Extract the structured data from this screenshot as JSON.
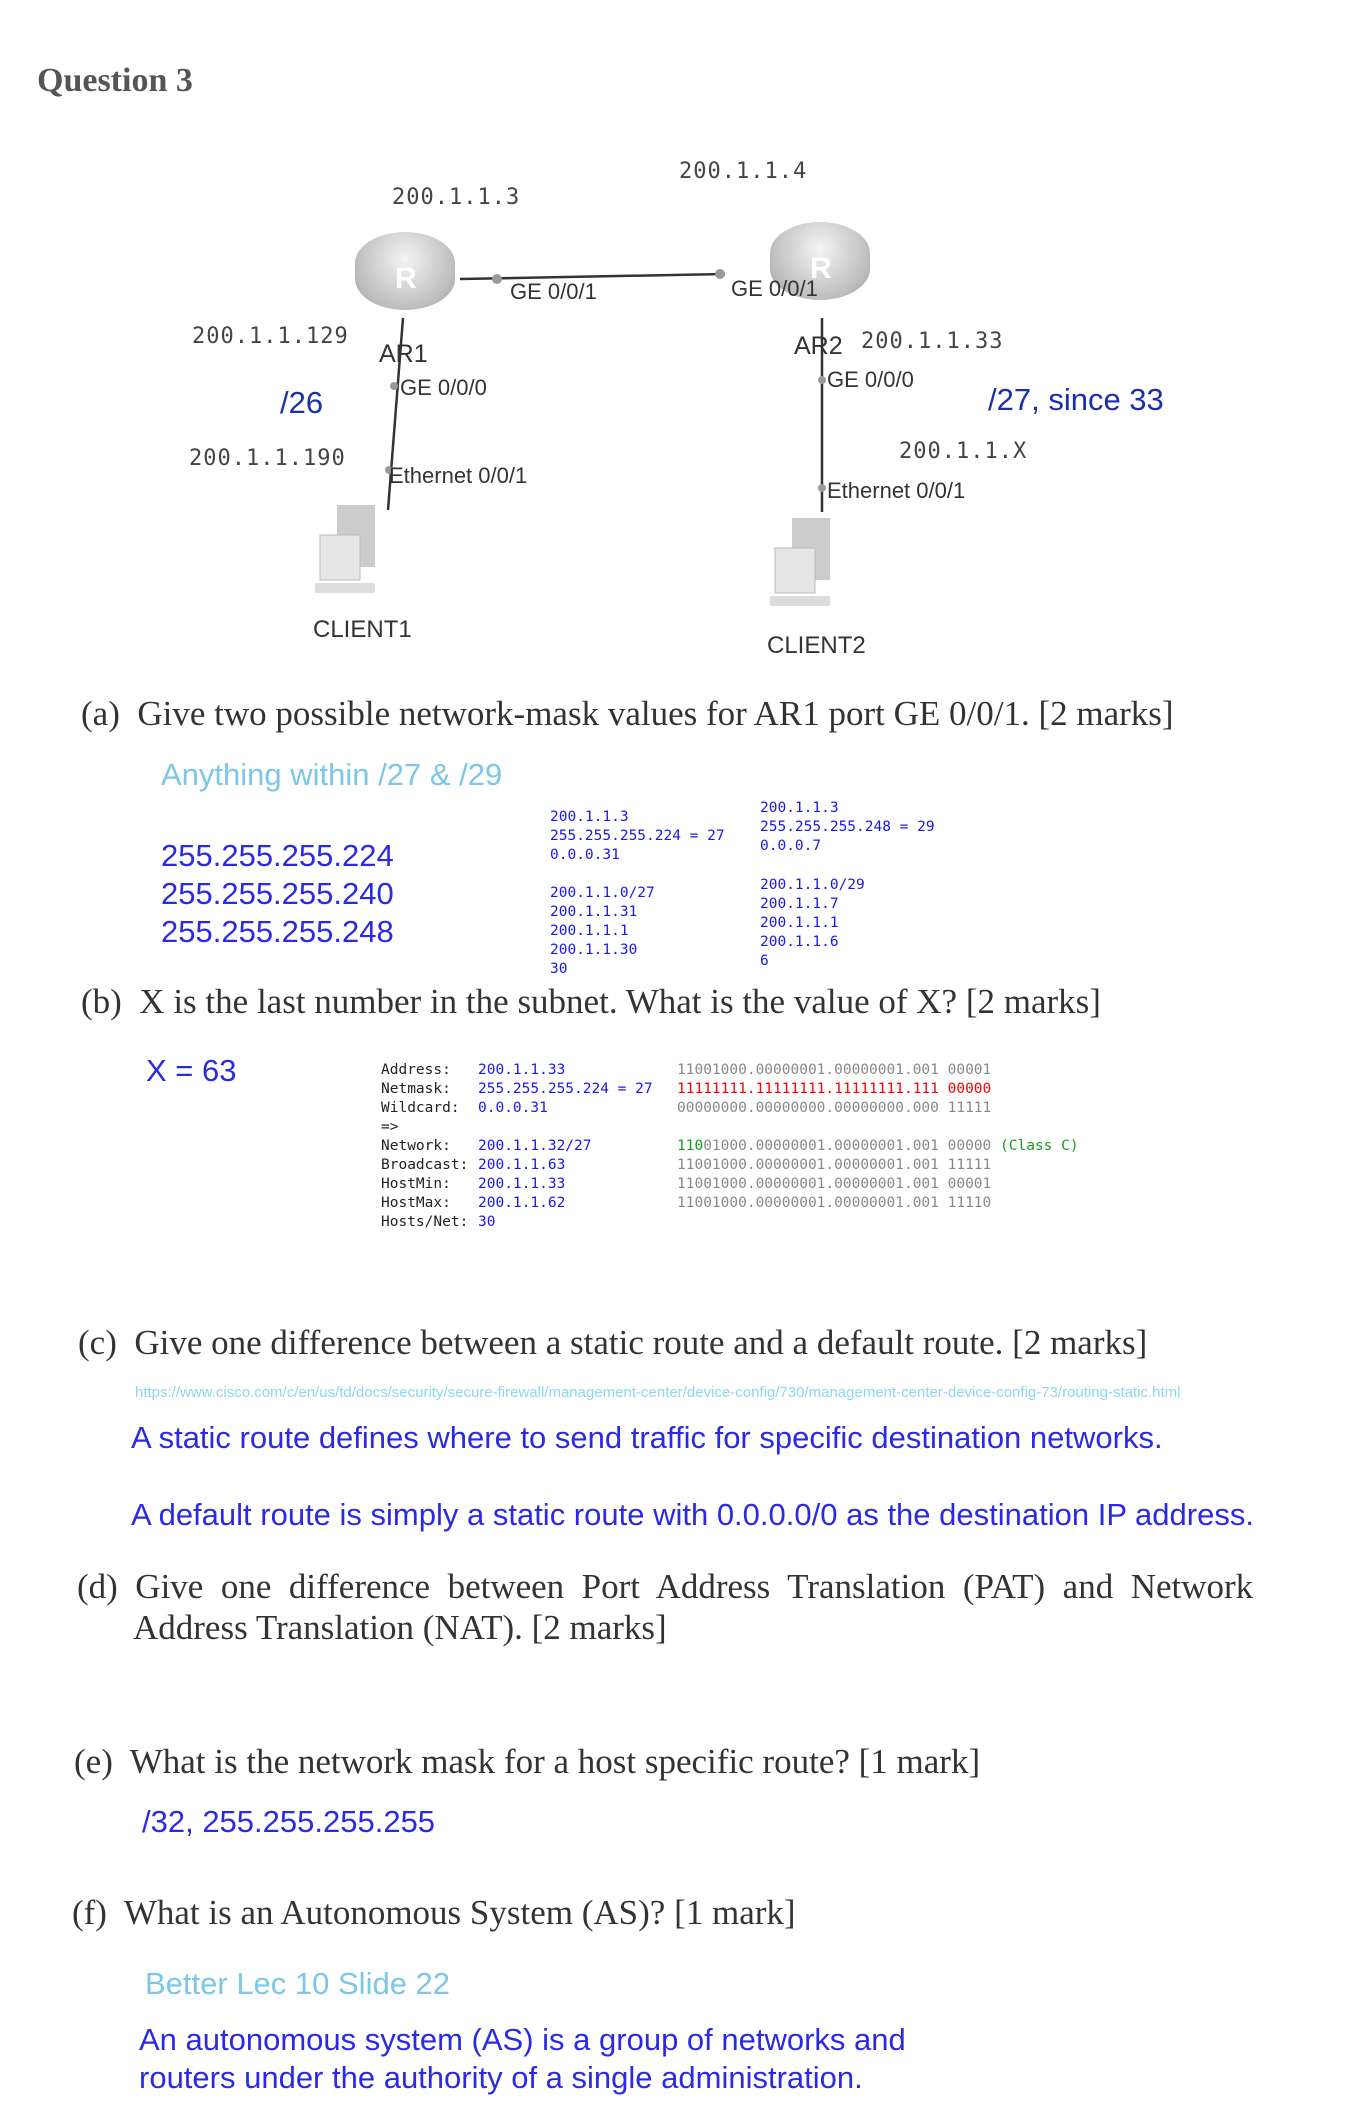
{
  "title": "Question 3",
  "diagram": {
    "ar1_top_ip": "200.1.1.3",
    "ar2_top_ip": "200.1.1.4",
    "ar1_ge001": "GE 0/0/1",
    "ar2_ge001": "GE 0/0/1",
    "ar1_low_ip": "200.1.1.129",
    "ar1_name": "AR1",
    "ar1_ge000": "GE 0/0/0",
    "ar1_note": "/26",
    "client1_ip": "200.1.1.190",
    "client1_eth": "Ethernet 0/0/1",
    "client1_name": "CLIENT1",
    "ar2_name": "AR2",
    "ar2_low_ip": "200.1.1.33",
    "ar2_ge000": "GE 0/0/0",
    "ar2_note": "/27, since 33",
    "client2_ip": "200.1.1.X",
    "client2_eth": "Ethernet 0/0/1",
    "client2_name": "CLIENT2",
    "router_glyph": "R"
  },
  "a": {
    "question": "(a)  Give two possible network-mask values for AR1 port GE 0/0/1. [2 marks]",
    "hint": "Anything within /27 & /29",
    "answers": [
      "255.255.255.224",
      "255.255.255.240",
      "255.255.255.248"
    ],
    "calc27a": [
      "200.1.1.3",
      "255.255.255.224 = 27",
      "0.0.0.31"
    ],
    "calc27b": [
      "200.1.1.0/27",
      "200.1.1.31",
      "200.1.1.1",
      "200.1.1.30",
      "30"
    ],
    "calc29a": [
      "200.1.1.3",
      "255.255.255.248 = 29",
      "0.0.0.7"
    ],
    "calc29b": [
      "200.1.1.0/29",
      "200.1.1.7",
      "200.1.1.1",
      "200.1.1.6",
      "6"
    ]
  },
  "b": {
    "question": "(b)  X is the last number in the subnet. What is the value of X? [2 marks]",
    "answer": "X = 63",
    "rows": [
      {
        "k": "Address:",
        "v": "200.1.1.33",
        "bin": "11001000.00000001.00000001.001 00001"
      },
      {
        "k": "Netmask:",
        "v": "255.255.255.224 = 27",
        "bin": "11111111.11111111.11111111.111 00000"
      },
      {
        "k": "Wildcard:",
        "v": "0.0.0.31",
        "bin": "00000000.00000000.00000000.000 11111"
      },
      {
        "k": "=>",
        "v": "",
        "bin": ""
      },
      {
        "k": "Network:",
        "v": "200.1.1.32/27",
        "bin_prefix": "110",
        "bin": "01000.00000001.00000001.001 00000",
        "cls": "(Class C)"
      },
      {
        "k": "Broadcast:",
        "v": "200.1.1.63",
        "bin": "11001000.00000001.00000001.001 11111"
      },
      {
        "k": "HostMin:",
        "v": "200.1.1.33",
        "bin": "11001000.00000001.00000001.001 00001"
      },
      {
        "k": "HostMax:",
        "v": "200.1.1.62",
        "bin": "11001000.00000001.00000001.001 11110"
      },
      {
        "k": "Hosts/Net:",
        "v": "30",
        "bin": ""
      }
    ]
  },
  "c": {
    "question": "(c)  Give one difference between a static route and a default route. [2 marks]",
    "url": "https://www.cisco.com/c/en/us/td/docs/security/secure-firewall/management-center/device-config/730/management-center-device-config-73/routing-static.html",
    "answer1": "A static route defines where to send traffic for specific destination networks.",
    "answer2": "A default route is simply a static route with 0.0.0.0/0 as the destination IP address."
  },
  "d": {
    "question_line1": "(d)  Give  one  difference  between  Port  Address  Translation  (PAT)  and  Network",
    "question_line2": "Address Translation (NAT). [2 marks]"
  },
  "e": {
    "question": "(e)  What is the network mask for a host specific route? [1 mark]",
    "answer": "/32, 255.255.255.255"
  },
  "f": {
    "question": "(f)  What is an Autonomous System (AS)? [1 mark]",
    "hint": "Better Lec 10 Slide 22",
    "answer_line1": "An autonomous system (AS) is a group of networks and",
    "answer_line2": "routers under the authority of a single administration."
  }
}
